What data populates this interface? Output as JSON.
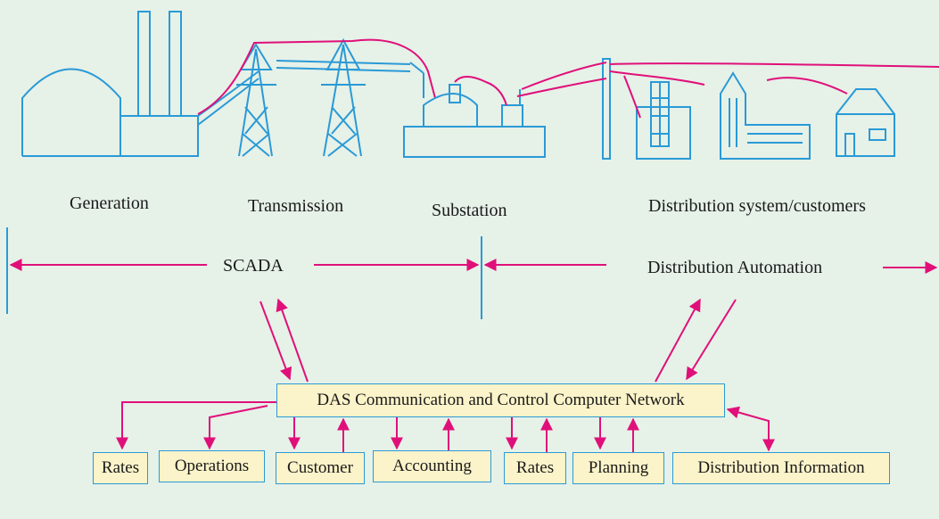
{
  "stages": {
    "generation": "Generation",
    "transmission": "Transmission",
    "substation": "Substation",
    "distribution": "Distribution system/customers"
  },
  "scopes": {
    "scada": "SCADA",
    "distribution_automation": "Distribution Automation"
  },
  "network": {
    "label": "DAS Communication and Control Computer Network"
  },
  "departments": [
    "Rates",
    "Operations",
    "Customer",
    "Accounting",
    "Rates",
    "Planning",
    "Distribution Information"
  ],
  "colors": {
    "line": "#2a9ad6",
    "arrow": "#e0107a",
    "box_fill": "#fbf3c9",
    "background": "#e6f1e8"
  }
}
